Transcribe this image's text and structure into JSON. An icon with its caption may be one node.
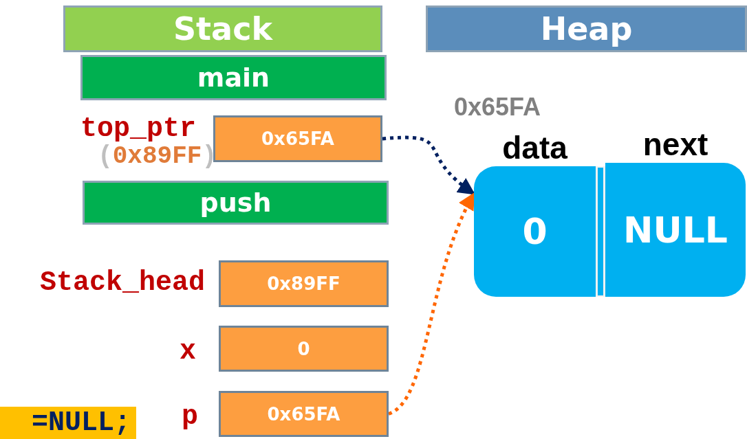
{
  "diagram": {
    "nodes": [
      {
        "text": [
          "Stack"
        ]
      },
      {
        "text": [
          "Heap"
        ]
      },
      {
        "text": [
          "main"
        ]
      },
      {
        "text": [
          "0x65FA"
        ],
        "beside": [
          "top_ptr",
          "(0x89FF)"
        ]
      },
      {
        "text": [
          "push"
        ]
      },
      {
        "text": [
          "0x89FF"
        ],
        "beside": [
          "Stack_head"
        ]
      },
      {
        "text": [
          "0"
        ],
        "beside": [
          "x"
        ]
      },
      {
        "text": [
          "0x65FA"
        ],
        "beside": [
          "p"
        ]
      },
      {
        "text": [
          "data",
          "0"
        ],
        "beside": [
          "0x65FA"
        ]
      },
      {
        "text": [
          "next",
          "NULL"
        ]
      }
    ],
    "edges": [
      {
        "from": 3,
        "to": 8,
        "arrow": "to",
        "style": "dashed",
        "color": "#002060"
      },
      {
        "from": 7,
        "to": 8,
        "arrow": "to",
        "style": "dashed",
        "color": "#ff6600"
      }
    ],
    "labels": [
      "=NULL;"
    ]
  }
}
